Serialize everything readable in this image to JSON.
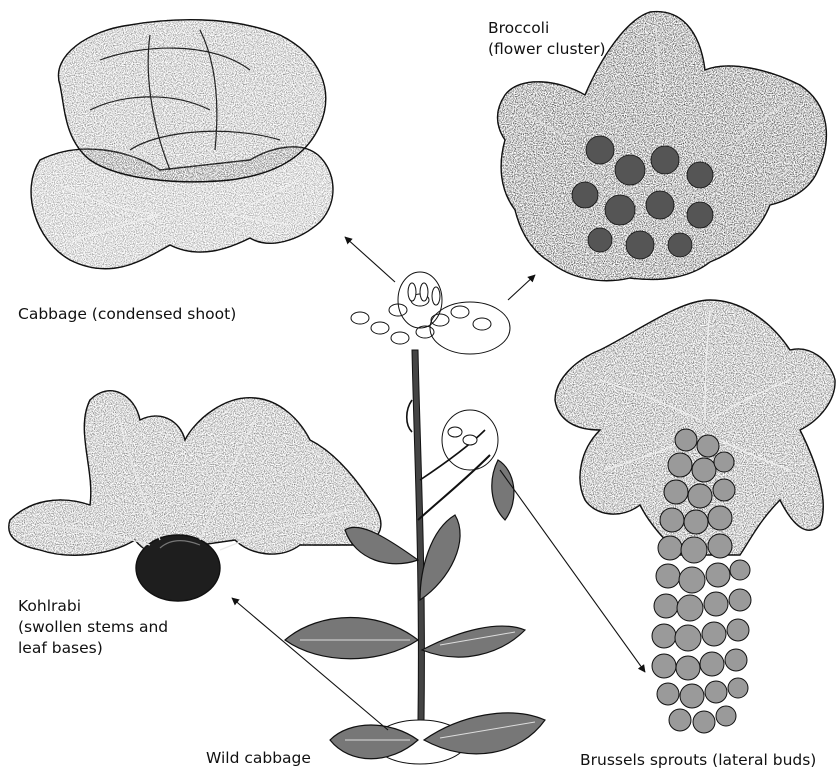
{
  "labels": {
    "broccoli": "Broccoli\n(flower cluster)",
    "cabbage": "Cabbage (condensed shoot)",
    "kohlrabi": "Kohlrabi\n(swollen stems and\nleaf bases)",
    "wild_cabbage": "Wild cabbage",
    "brussels_sprouts": "Brussels sprouts (lateral buds)"
  },
  "colors": {
    "ink": "#111111",
    "paper": "#ffffff",
    "shade": "#6a6a6a",
    "dark": "#2a2a2a"
  }
}
